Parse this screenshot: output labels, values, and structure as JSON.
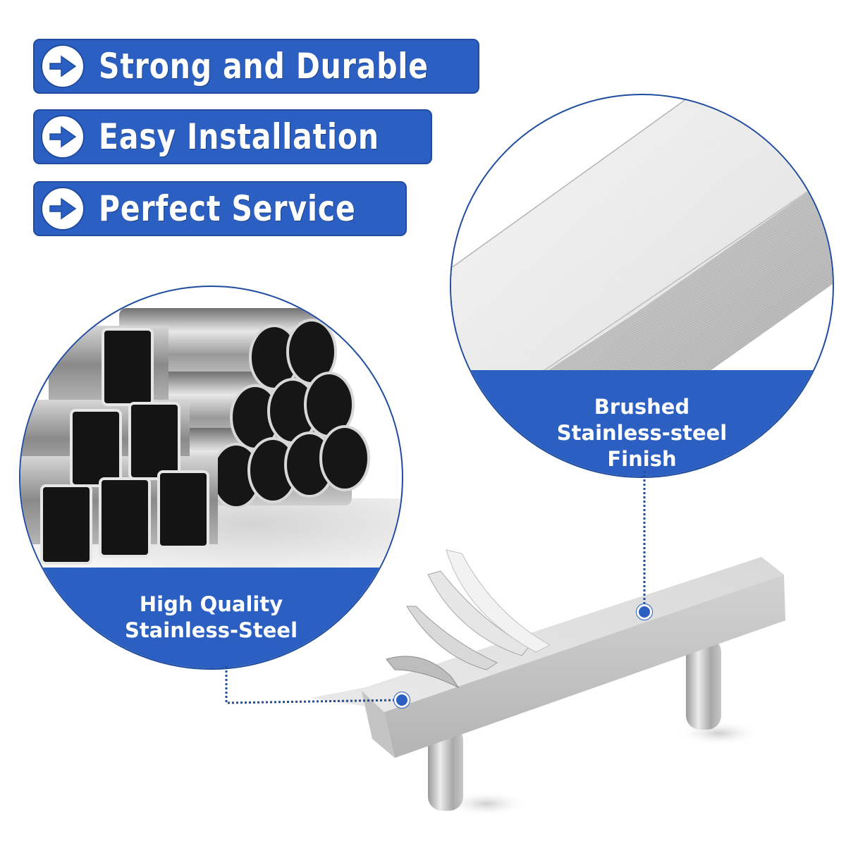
{
  "banners": [
    {
      "label": "Strong and Durable",
      "icon": "arrow-right-circle-icon"
    },
    {
      "label": "Easy Installation",
      "icon": "arrow-right-circle-icon"
    },
    {
      "label": "Perfect Service",
      "icon": "arrow-right-circle-icon"
    }
  ],
  "callouts": {
    "material": {
      "lines": [
        "High Quality",
        "Stainless-Steel"
      ],
      "image": "stainless-steel-tubes"
    },
    "finish": {
      "lines": [
        "Brushed",
        "Stainless-steel",
        "Finish"
      ],
      "image": "brushed-steel-closeup"
    }
  },
  "product": {
    "name": "square-bar-cabinet-handle"
  },
  "colors": {
    "accent": "#2b5fc1",
    "accent_border": "#1f4c9f",
    "background": "#ffffff",
    "steel_light": "#e6e6e6",
    "steel_mid": "#bdbdbd",
    "steel_dark": "#8f8f8f"
  }
}
